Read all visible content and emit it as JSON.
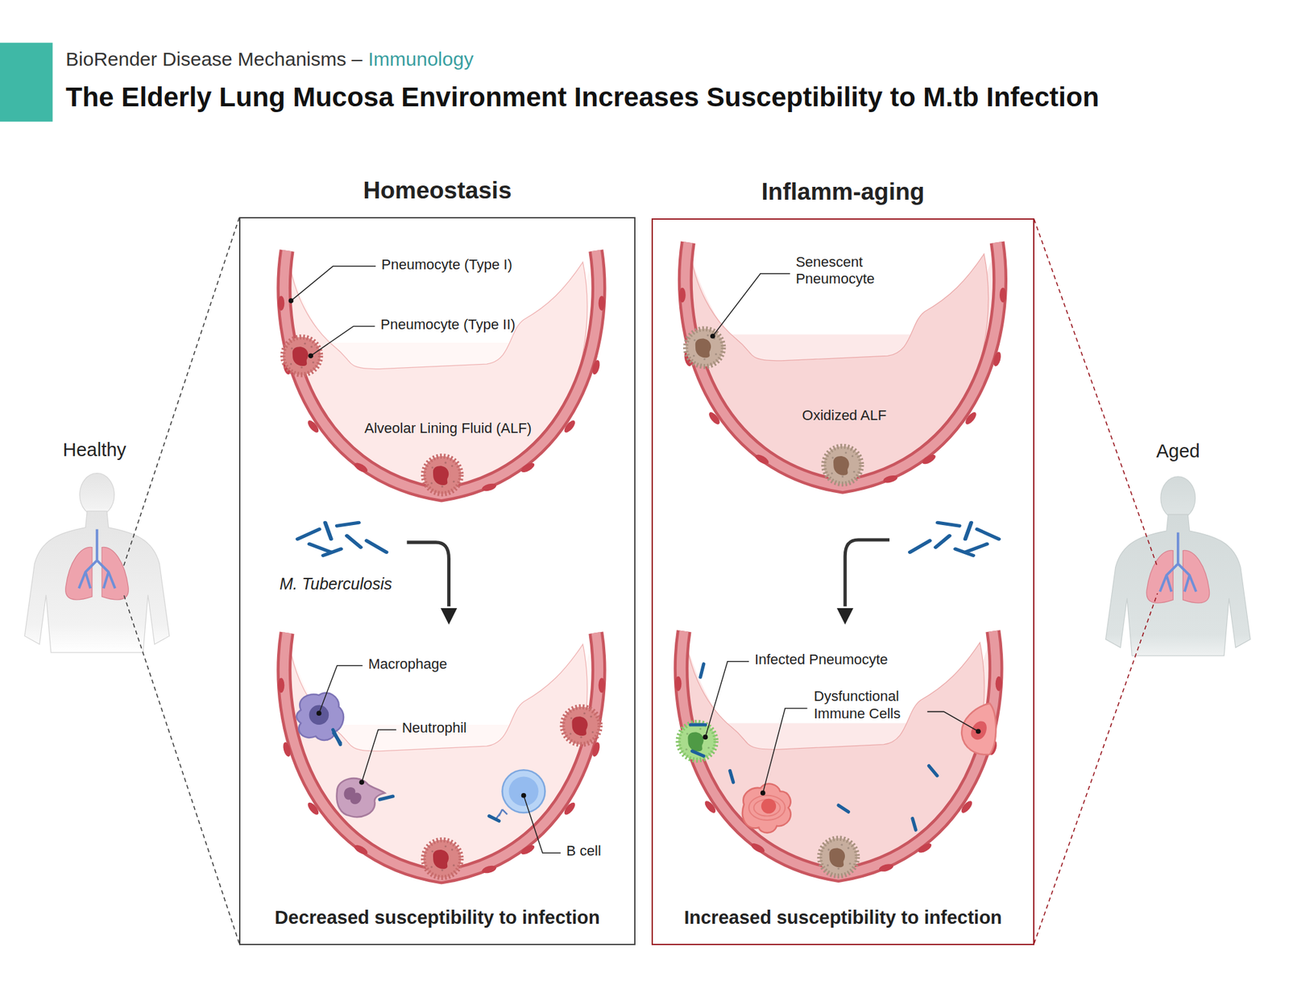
{
  "diagram": {
    "title": "The Elderly Lung Mucosa Environment Increases Susceptibility to M.tb Infection",
    "nodes": [
      {
        "text": [
          "Homeostasis",
          "Decreased susceptibility to infection"
        ]
      },
      {
        "text": [
          "Inflamm-aging",
          "Increased susceptibility to infection"
        ]
      }
    ],
    "labels": [
      "BioRender Disease Mechanisms –",
      "Immunology",
      "Healthy",
      "Pneumocyte (Type I)",
      "Pneumocyte (Type II)",
      "Alveolar Lining Fluid (ALF)",
      "M. Tuberculosis",
      "Macrophage",
      "Neutrophil",
      "B cell",
      "Senescent Pneumocyte",
      "Oxidized ALF",
      "Infected Pneumocyte",
      "Dysfunctional Immune Cells",
      "Aged"
    ]
  }
}
